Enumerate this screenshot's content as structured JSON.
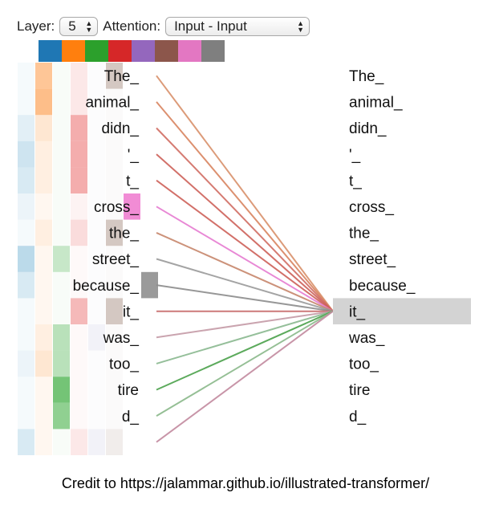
{
  "controls": {
    "layer_label": "Layer:",
    "layer_value": "5",
    "attention_label": "Attention:",
    "attention_value": "Input - Input"
  },
  "head_colors": [
    "#1f77b4",
    "#ff7f0e",
    "#2ca02c",
    "#d62728",
    "#9467bd",
    "#8c564b",
    "#e377c2",
    "#7f7f7f"
  ],
  "left_tokens": [
    "The_",
    "animal_",
    "didn_",
    "'_",
    "t_",
    "cross_",
    "the_",
    "street_",
    "because_",
    "it_",
    "was_",
    "too_",
    "tire",
    "d_"
  ],
  "right_tokens": [
    "The_",
    "animal_",
    "didn_",
    "'_",
    "t_",
    "cross_",
    "the_",
    "street_",
    "because_",
    "it_",
    "was_",
    "too_",
    "tire",
    "d_"
  ],
  "selected_right_index": 9,
  "selected_left_index": 8,
  "head_shade_colors": [
    "#9ecae1",
    "#fdae6b",
    "#74c476",
    "#ef8a8a",
    "#bcbddc",
    "#b7a49a",
    "#f07fd0",
    "#9a9a9a"
  ],
  "heatmap_opacity": [
    [
      0.1,
      0.7,
      0.05,
      0.2,
      0.05,
      0.6,
      0.0,
      0.0
    ],
    [
      0.1,
      0.8,
      0.05,
      0.2,
      0.05,
      0.05,
      0.0,
      0.0
    ],
    [
      0.3,
      0.3,
      0.05,
      0.7,
      0.05,
      0.05,
      0.0,
      0.0
    ],
    [
      0.5,
      0.2,
      0.05,
      0.7,
      0.05,
      0.05,
      0.0,
      0.0
    ],
    [
      0.4,
      0.2,
      0.05,
      0.7,
      0.05,
      0.05,
      0.0,
      0.0
    ],
    [
      0.2,
      0.1,
      0.05,
      0.1,
      0.05,
      0.05,
      0.9,
      0.0
    ],
    [
      0.1,
      0.2,
      0.05,
      0.3,
      0.05,
      0.6,
      0.0,
      0.0
    ],
    [
      0.7,
      0.1,
      0.4,
      0.05,
      0.05,
      0.05,
      0.0,
      0.0
    ],
    [
      0.4,
      0.1,
      0.05,
      0.05,
      0.05,
      0.05,
      0.0,
      1.0
    ],
    [
      0.1,
      0.1,
      0.05,
      0.6,
      0.05,
      0.6,
      0.0,
      0.0
    ],
    [
      0.1,
      0.2,
      0.5,
      0.05,
      0.2,
      0.05,
      0.0,
      0.0
    ],
    [
      0.2,
      0.3,
      0.5,
      0.05,
      0.05,
      0.05,
      0.0,
      0.0
    ],
    [
      0.1,
      0.1,
      1.0,
      0.05,
      0.05,
      0.05,
      0.0,
      0.0
    ],
    [
      0.1,
      0.1,
      0.8,
      0.05,
      0.05,
      0.05,
      0.0,
      0.0
    ],
    [
      0.4,
      0.1,
      0.05,
      0.2,
      0.2,
      0.2,
      0.0,
      0.0
    ]
  ],
  "attention_lines": [
    {
      "color": "#d8906a",
      "weight": 0.9
    },
    {
      "color": "#d8845f",
      "weight": 0.9
    },
    {
      "color": "#d06d63",
      "weight": 0.9
    },
    {
      "color": "#cd6159",
      "weight": 0.9
    },
    {
      "color": "#cd6159",
      "weight": 0.9
    },
    {
      "color": "#e57bd0",
      "weight": 0.9
    },
    {
      "color": "#c6866b",
      "weight": 0.9
    },
    {
      "color": "#9a9a9a",
      "weight": 0.9
    },
    {
      "color": "#8c8c8c",
      "weight": 0.9
    },
    {
      "color": "#c76a6a",
      "weight": 0.9
    },
    {
      "color": "#c49aa6",
      "weight": 0.9
    },
    {
      "color": "#8ab88f",
      "weight": 0.9
    },
    {
      "color": "#4aa14a",
      "weight": 0.9
    },
    {
      "color": "#8ab88a",
      "weight": 0.9
    },
    {
      "color": "#c28a9e",
      "weight": 0.9
    }
  ],
  "caption": "Credit to https://jalammar.github.io/illustrated-transformer/"
}
